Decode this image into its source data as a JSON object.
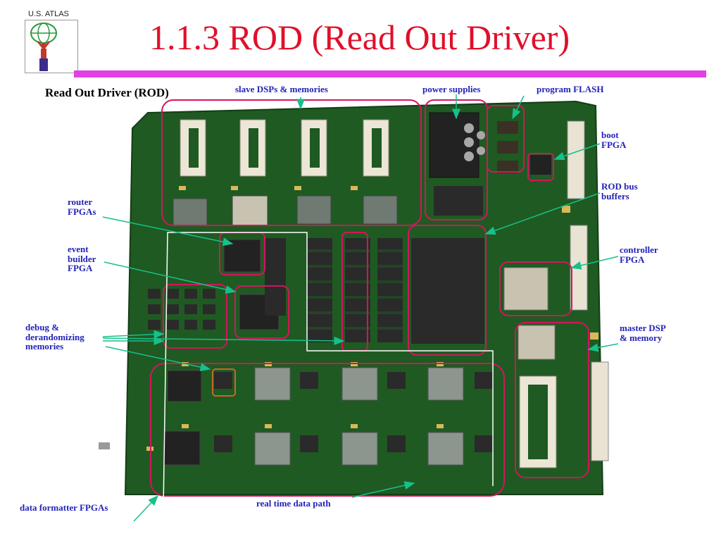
{
  "logo": {
    "text": "U.S. ATLAS"
  },
  "title": "1.1.3 ROD (Read Out Driver)",
  "heading": "Read Out Driver (ROD)",
  "labels": {
    "slave_dsps": "slave DSPs & memories",
    "power_supplies": "power supplies",
    "program_flash": "program FLASH",
    "boot_fpga": [
      "boot",
      "FPGA"
    ],
    "rod_bus_buffers": [
      "ROD bus",
      "buffers"
    ],
    "router_fpgas": [
      "router",
      "FPGAs"
    ],
    "event_builder": [
      "event",
      "builder",
      "FPGA"
    ],
    "controller_fpga": [
      "controller",
      "FPGA"
    ],
    "debug_memories": [
      "debug &",
      "derandomizing",
      "memories"
    ],
    "master_dsp": [
      "master DSP",
      "& memory"
    ],
    "real_time": "real time data path",
    "data_formatter": "data formatter FPGAs"
  },
  "colors": {
    "title": "#e0102a",
    "rule": "#e23fe4",
    "label": "#2323b8",
    "highlight": "#d4155e",
    "arrow": "#16c08c",
    "board": "#1f5a22"
  }
}
